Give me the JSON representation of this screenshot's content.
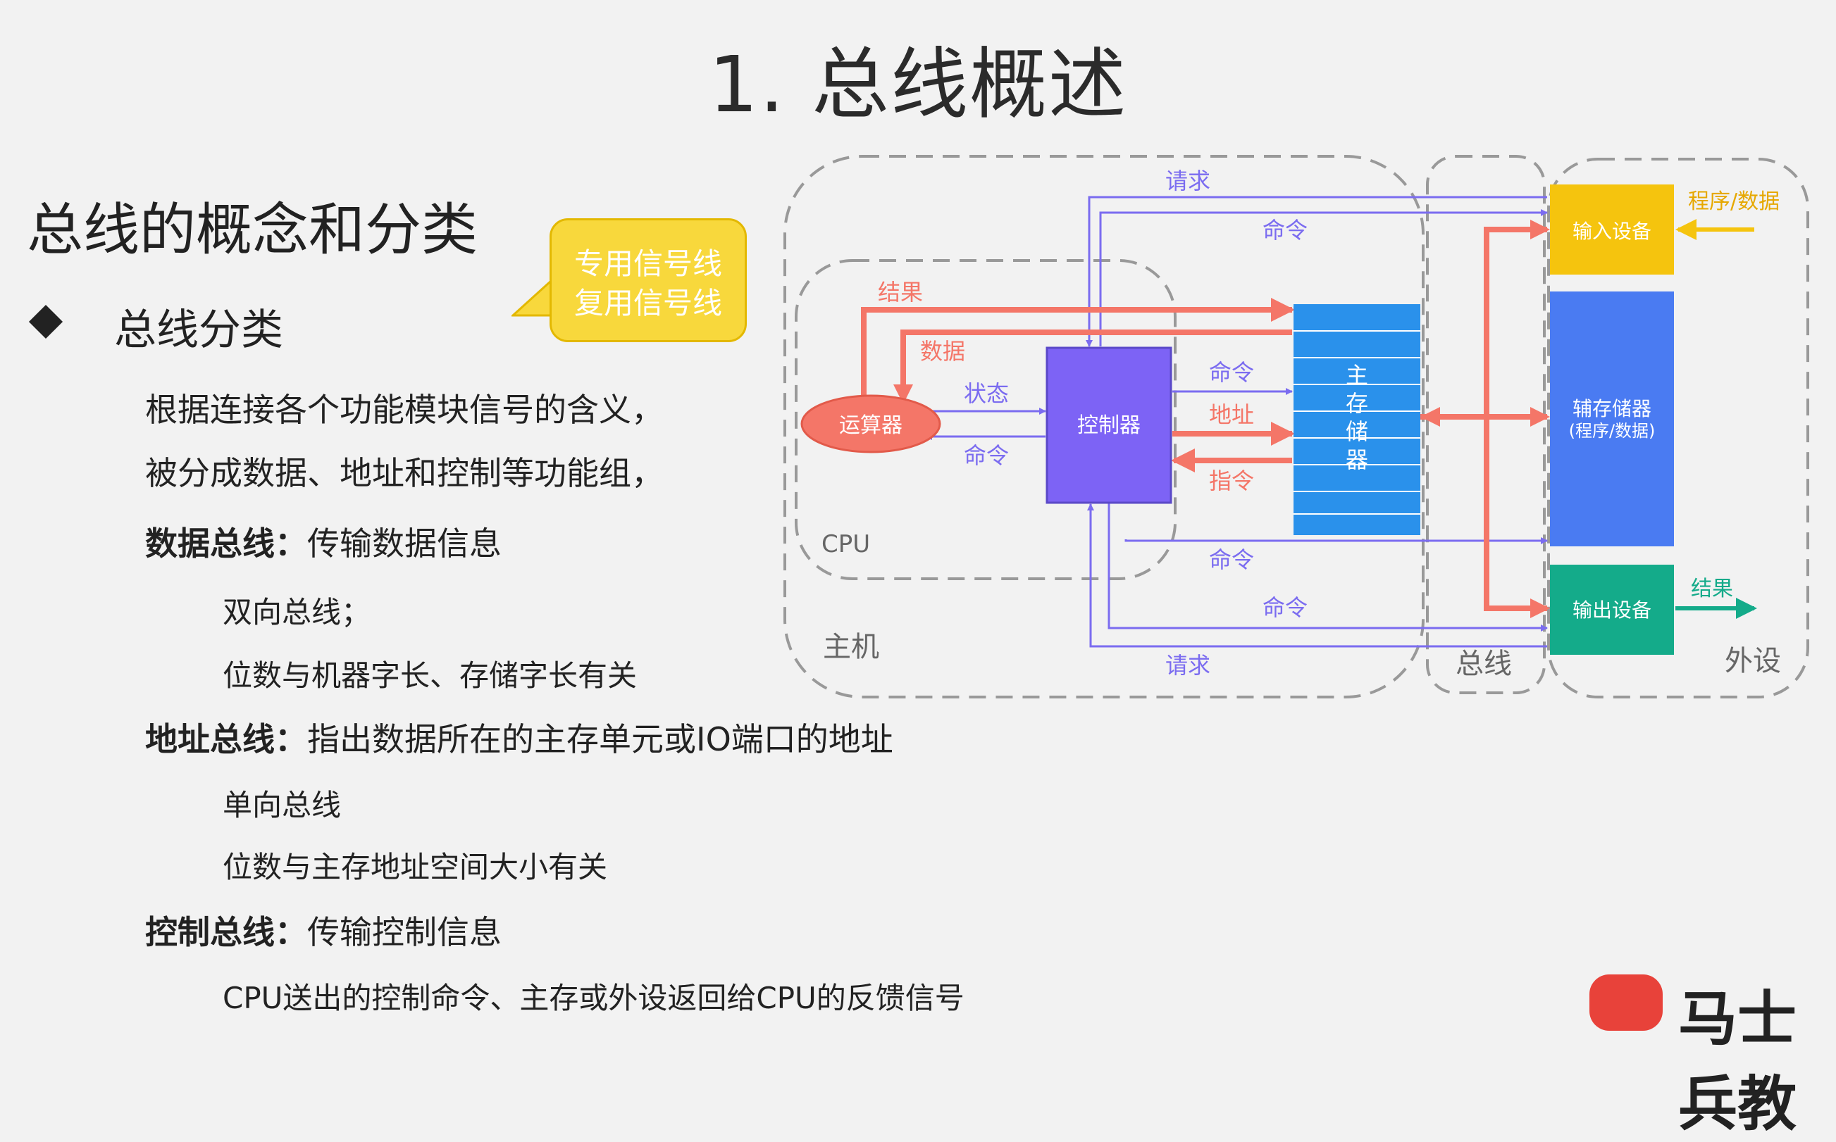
{
  "title": "1. 总线概述",
  "subtitle": "总线的概念和分类",
  "callout": {
    "line1": "专用信号线",
    "line2": "复用信号线"
  },
  "bullet": "总线分类",
  "body": {
    "line1": "根据连接各个功能模块信号的含义，",
    "line2": "被分成数据、地址和控制等功能组，",
    "data_bus": {
      "label": "数据总线：",
      "desc": "传输数据信息",
      "sub1": "双向总线；",
      "sub2": "位数与机器字长、存储字长有关"
    },
    "addr_bus": {
      "label": "地址总线：",
      "desc": "指出数据所在的主存单元或IO端口的地址",
      "sub1": "单向总线",
      "sub2": "位数与主存地址空间大小有关"
    },
    "ctrl_bus": {
      "label": "控制总线：",
      "desc": "传输控制信息",
      "sub1": "CPU送出的控制命令、主存或外设返回给CPU的反馈信号"
    }
  },
  "diagram": {
    "host": "主机",
    "cpu": "CPU",
    "bus": "总线",
    "peripheral": "外设",
    "alu": "运算器",
    "controller": "控制器",
    "memory_chars": [
      "主",
      "存",
      "储",
      "器"
    ],
    "input_device": "输入设备",
    "aux_storage": "辅存储器",
    "aux_storage_sub": "(程序/数据)",
    "output_device": "输出设备",
    "program_data": "程序/数据",
    "result": "结果",
    "data": "数据",
    "status": "状态",
    "command": "命令",
    "address": "地址",
    "instruction": "指令",
    "request": "请求"
  },
  "logo_text": "马士兵教",
  "colors": {
    "red": "#f47668",
    "purple": "#7b6cf0",
    "controller": "#7d63f5",
    "memory": "#2a91eb",
    "input": "#f5c40e",
    "aux": "#4a7bf2",
    "output": "#14ab8a",
    "callout": "#f8d83c"
  }
}
